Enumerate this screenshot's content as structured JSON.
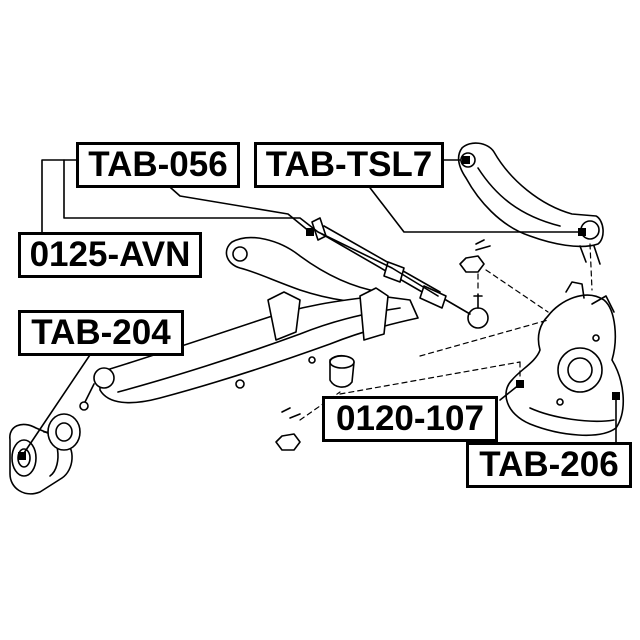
{
  "labels": {
    "tab_056": "TAB-056",
    "tab_tsl7": "TAB-TSL7",
    "avn_0125": "0125-AVN",
    "tab_204": "TAB-204",
    "code_0120_107": "0120-107",
    "tab_206": "TAB-206"
  },
  "colors": {
    "ink": "#000000",
    "paper": "#ffffff",
    "shade": "#d9d9d9"
  }
}
